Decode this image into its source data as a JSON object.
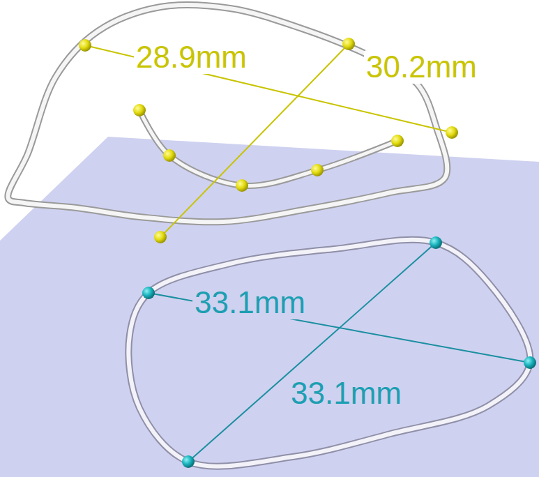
{
  "diagram": {
    "labels": [
      "28.9mm",
      "30.2mm",
      "33.1mm",
      "33.1mm"
    ]
  }
}
